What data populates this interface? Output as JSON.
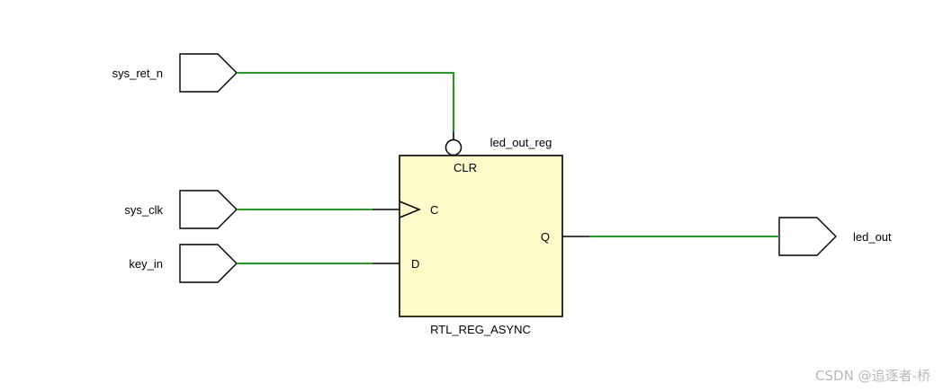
{
  "colors": {
    "wire": "#1aa31a",
    "stub": "#000000",
    "register_fill": "#fefbc9",
    "outline": "#000000",
    "watermark": "#b8b8b8"
  },
  "ports": {
    "inputs": [
      {
        "name": "sys_ret_n"
      },
      {
        "name": "sys_clk"
      },
      {
        "name": "key_in"
      }
    ],
    "outputs": [
      {
        "name": "led_out"
      }
    ]
  },
  "register": {
    "instance_name": "led_out_reg",
    "cell_type": "RTL_REG_ASYNC",
    "pins": {
      "clear": "CLR",
      "clock": "C",
      "data": "D",
      "output": "Q"
    }
  },
  "watermark": "CSDN @追逐者-桥"
}
